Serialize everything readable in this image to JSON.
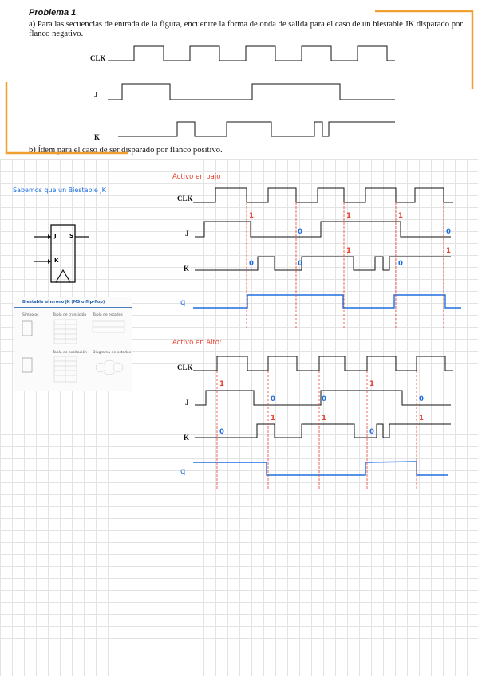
{
  "problem": {
    "title": "Problema 1",
    "text_a": "a) Para las secuencias de entrada de la figura, encuentre la forma de onda de salida para el caso de un biestable JK disparado por flanco negativo.",
    "text_b": "b) Ídem para el caso de ser disparado por flanco positivo."
  },
  "signals": {
    "clk": "CLK",
    "j": "J",
    "k": "K",
    "q": "q"
  },
  "notes": {
    "intro": "Sabemos que un Biestable JK",
    "active_low": "Activo en bajo",
    "active_high": "Activo en Alto:",
    "ff_title": "Biestable síncrono JK (MS o flip-flop)",
    "ff_pins": [
      "J",
      "S",
      "K"
    ],
    "mini_labels": [
      "Símbolos",
      "Tabla de transición",
      "Tabla de estados",
      "Tabla de excitación",
      "Diagrama de estados"
    ]
  },
  "marks": {
    "one": "1",
    "zero": "0"
  },
  "colors": {
    "accent_orange": "#f0a030",
    "red": "#e8402e",
    "blue": "#1f6fe0"
  }
}
